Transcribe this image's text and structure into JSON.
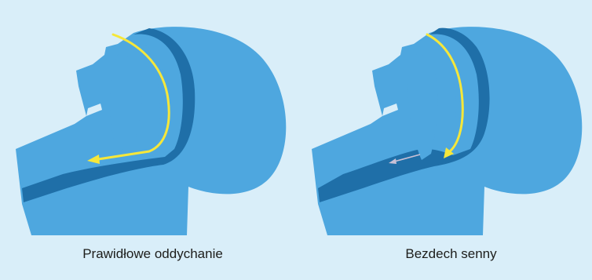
{
  "captions": {
    "normal": "Prawidłowe oddychanie",
    "apnea": "Bezdech senny"
  },
  "colors": {
    "background": "#d9eef9",
    "head": "#4ea7df",
    "airway": "#1f6fa8",
    "airflow_arrow": "#f6e73a",
    "blocked_arrow": "#c9c1d6"
  },
  "icons": {
    "airflow": "curved-arrow",
    "blocked_flow": "thin-arrow"
  }
}
